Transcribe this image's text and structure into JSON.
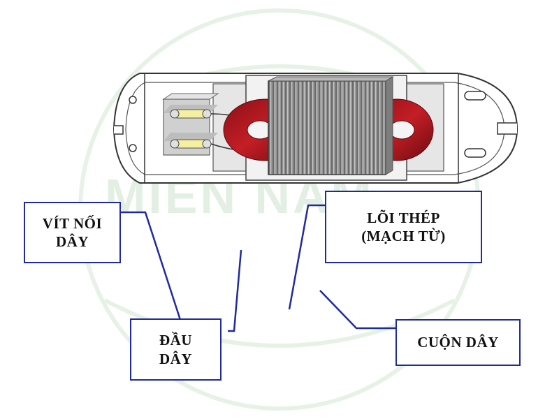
{
  "watermark": {
    "text": "MIỀN NAM",
    "color": "#d5e8d5"
  },
  "labels": {
    "vit_noi_day": [
      "VÍT  NỐI",
      "DÂY"
    ],
    "loi_thep": [
      "LÕI  THÉP",
      "(MẠCH  TỪ)"
    ],
    "dau_day": [
      "ĐẦU",
      "DÂY"
    ],
    "cuon_day": [
      "CUỘN  DÂY"
    ]
  },
  "colors": {
    "box_border": "#1f2a9e",
    "leader_line": "#1f2a9e",
    "coil": "#b01820",
    "core": "#8a8a8a",
    "terminal_block": "#c8c8c8",
    "terminal_lug": "#f5f0a0"
  }
}
